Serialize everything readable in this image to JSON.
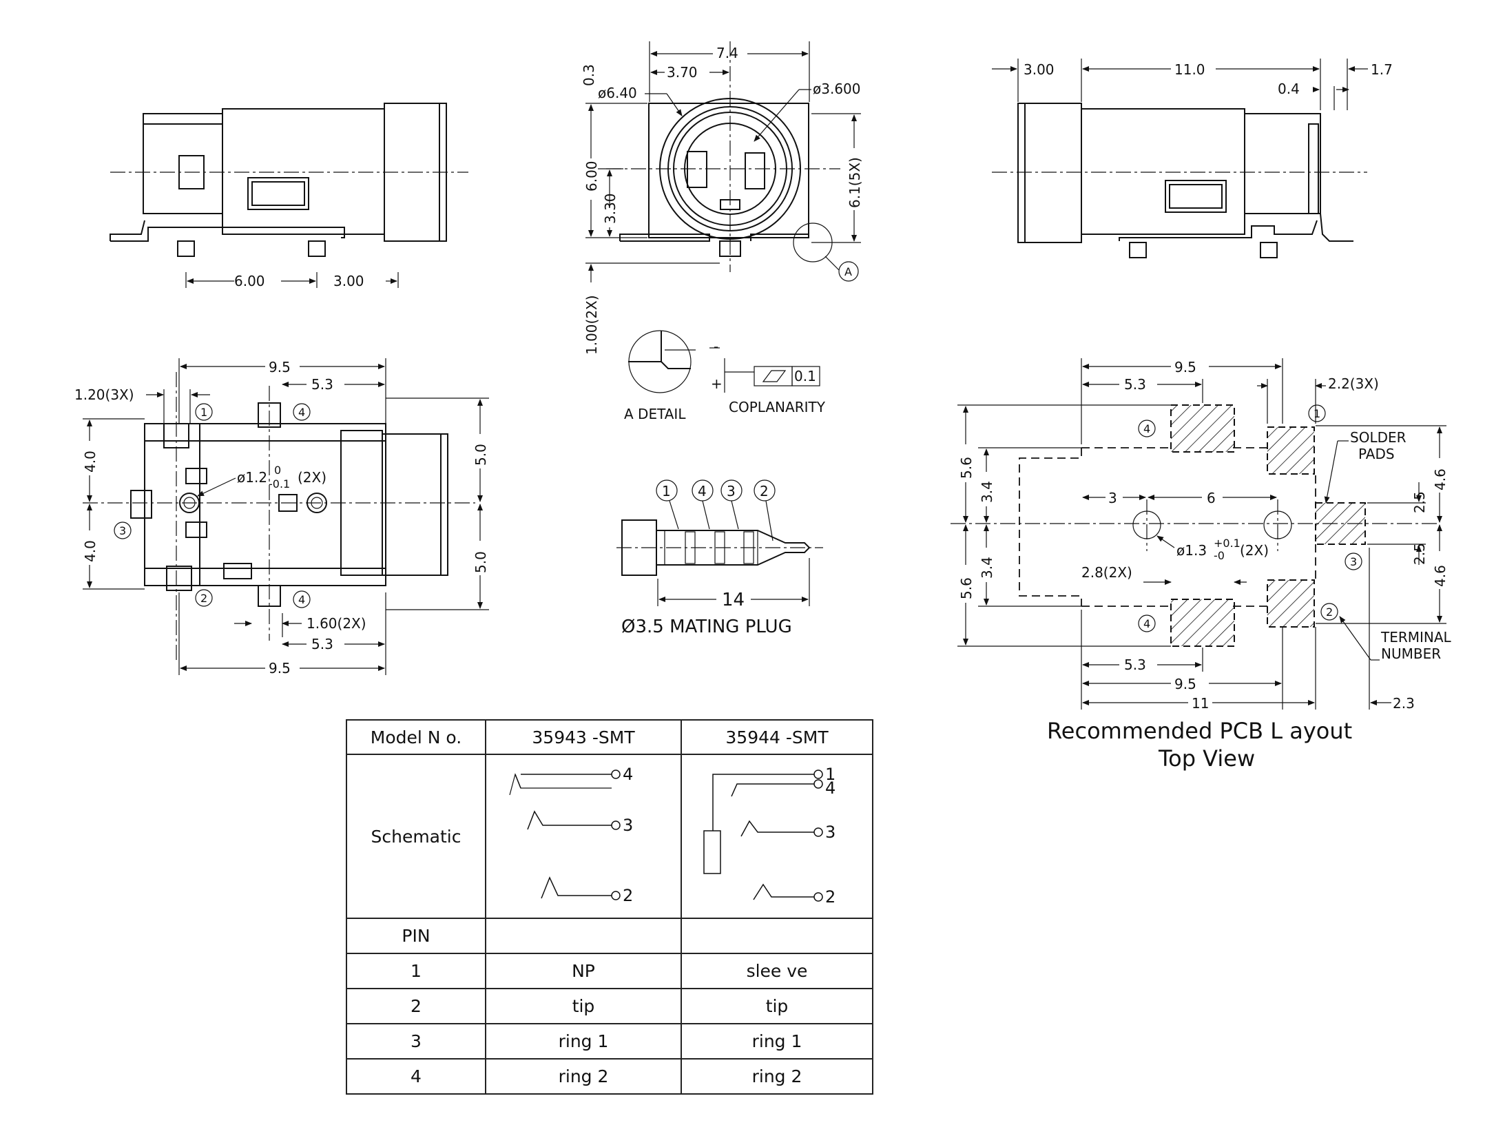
{
  "side_view": {
    "dim_a": "6.00",
    "dim_b": "3.00"
  },
  "front_view": {
    "width": "7.4",
    "offset": "3.70",
    "top_gap": "0.3",
    "outer_dia": "ø6.40",
    "inner_dia": "ø3.600",
    "height": "6.00",
    "center_height": "3.30",
    "side_height": "6.1(5X)",
    "leg": "1.00(2X)",
    "detail_ref": "A"
  },
  "rear_view": {
    "dim_a": "3.00",
    "dim_b": "11.0",
    "dim_c": "1.7",
    "dim_d": "0.4"
  },
  "detail": {
    "caption": "A DETAIL",
    "minus": "-",
    "plus": "+",
    "coplanarity_label": "COPLANARITY",
    "coplanarity_value": "0.1"
  },
  "bottom_view": {
    "length": "9.5",
    "front": "5.3",
    "pin_width": "1.20(3X)",
    "hole": "ø1.2",
    "hole_tol_upper": "0",
    "hole_tol_lower": "-0.1",
    "hole_count": "(2X)",
    "half_height": "4.0",
    "half_width": "5.0",
    "pad_width": "1.60(2X)",
    "pins": [
      "1",
      "2",
      "3",
      "4"
    ]
  },
  "plug": {
    "pins": [
      "1",
      "4",
      "3",
      "2"
    ],
    "length": "14",
    "caption": "Ø3.5 MATING PLUG"
  },
  "pcb": {
    "top_length": "9.5",
    "top_front": "5.3",
    "pad_width": "2.2(3X)",
    "solder_pads_1": "SOLDER",
    "solder_pads_2": "PADS",
    "height_outer": "5.6",
    "height_inner": "3.4",
    "right_a": "4.6",
    "right_b": "2.5",
    "hole_spacing_a": "3",
    "hole_spacing_b": "6",
    "hole": "ø1.3",
    "hole_tol_upper": "+0.1",
    "hole_tol_lower": "-0",
    "hole_count": "(2X)",
    "pad_gap": "2.8(2X)",
    "terminal_1": "TERMINAL",
    "terminal_2": "NUMBER",
    "bottom_front": "5.3",
    "bottom_length": "9.5",
    "total": "11",
    "offset": "2.3",
    "pins": [
      "1",
      "2",
      "3",
      "4"
    ],
    "title_line1": "Recommended PCB L ayout",
    "title_line2": "Top View"
  },
  "table": {
    "header": [
      "Model N o.",
      "35943 -SMT",
      "35944 -SMT"
    ],
    "schematic_label": "Schematic",
    "schematic_a_pins": [
      "4",
      "3",
      "2"
    ],
    "schematic_b_pins": [
      "1",
      "4",
      "3",
      "2"
    ],
    "pin_label": "PIN",
    "rows": [
      [
        "1",
        "NP",
        "slee ve"
      ],
      [
        "2",
        "tip",
        "tip"
      ],
      [
        "3",
        "ring 1",
        "ring 1"
      ],
      [
        "4",
        "ring 2",
        "ring 2"
      ]
    ]
  }
}
